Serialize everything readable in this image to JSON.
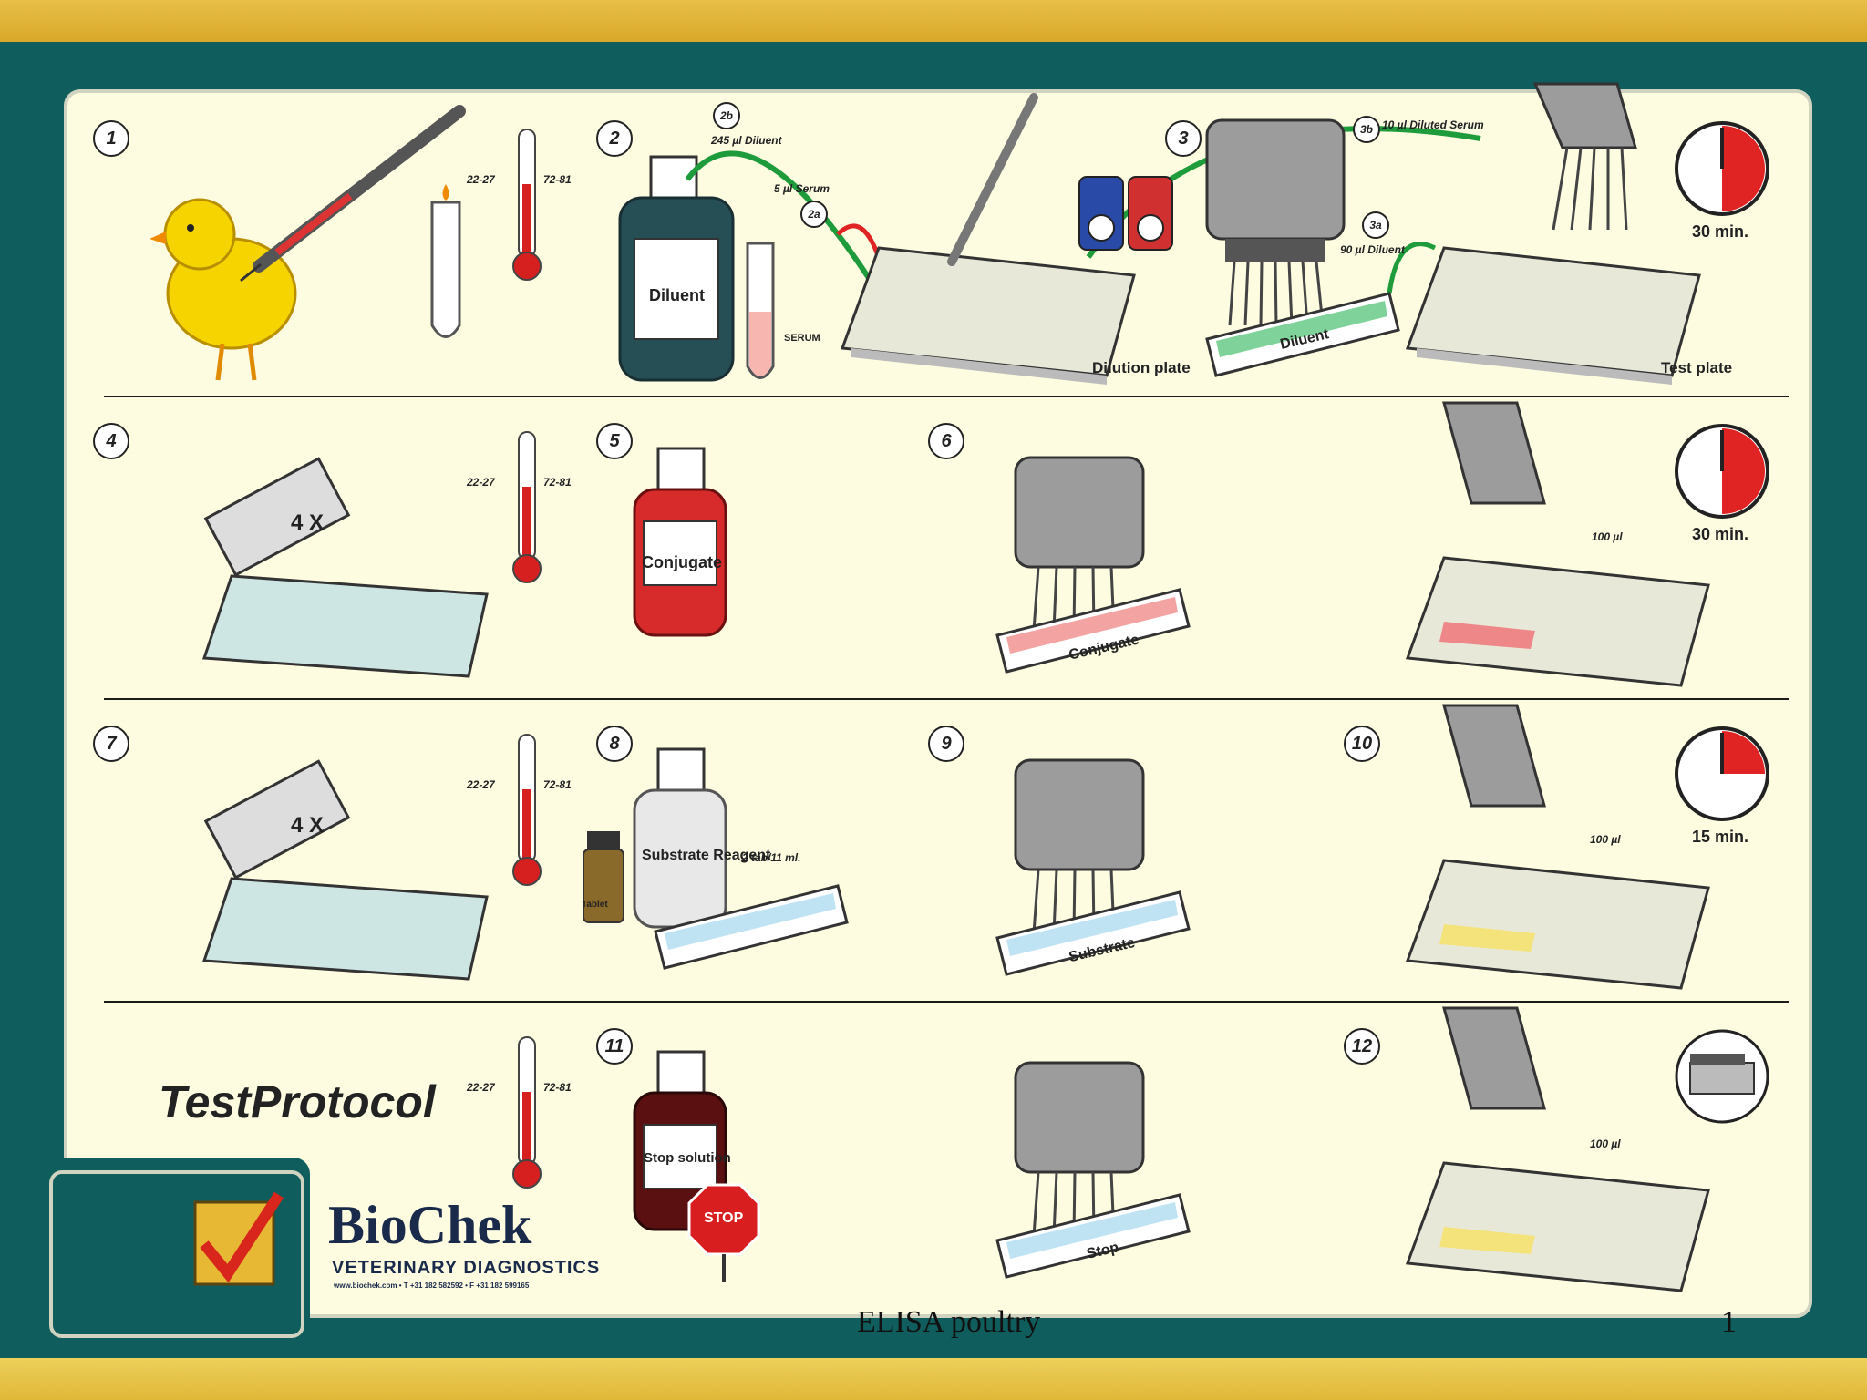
{
  "steps": [
    "1",
    "2",
    "3",
    "4",
    "5",
    "6",
    "7",
    "8",
    "9",
    "10",
    "11",
    "12"
  ],
  "row1": {
    "temp_c": "22-27",
    "temp_f": "72-81",
    "label_2b": "2b",
    "label_2a": "2a",
    "label_3a": "3a",
    "label_3b": "3b",
    "diluent_245": "245 µl Diluent",
    "serum_5": "5 µl Serum",
    "diluted_serum_10": "10 µl Diluted Serum",
    "diluent_90": "90 µl Diluent",
    "bottle_diluent": "Diluent",
    "serum_tube": "SERUM",
    "dilution_plate": "Dilution plate",
    "trough_diluent": "Diluent",
    "test_plate": "Test plate",
    "timer": "30 min."
  },
  "row2": {
    "wash": "4 X",
    "temp_c": "22-27",
    "temp_f": "72-81",
    "bottle_conjugate": "Conjugate",
    "trough_conjugate": "Conjugate",
    "volume": "100 µl",
    "timer": "30 min."
  },
  "row3": {
    "wash": "4 X",
    "temp_c": "22-27",
    "temp_f": "72-81",
    "bottle_substrate": "Substrate Reagent",
    "tablet": "Tablet",
    "ratio": "2 tab/11 ml.",
    "trough_substrate": "Substrate",
    "volume": "100 µl",
    "timer": "15 min."
  },
  "row4": {
    "title": "TestProtocol",
    "temp_c": "22-27",
    "temp_f": "72-81",
    "bottle_stop": "Stop solution",
    "stop_sign": "STOP",
    "trough_stop": "Stop",
    "volume": "100 µl"
  },
  "brand": {
    "name": "BioChek",
    "tagline": "VETERINARY DIAGNOSTICS",
    "contact": "www.biochek.com • T +31 182 582592 • F +31 182 599165"
  },
  "footer": {
    "title": "ELISA poultry",
    "page": "1"
  },
  "colors": {
    "teal": "#0f5d5c",
    "panel": "#fdfbe0",
    "gold": "#e0b838",
    "green": "#1e9b3a",
    "red": "#e02424"
  }
}
